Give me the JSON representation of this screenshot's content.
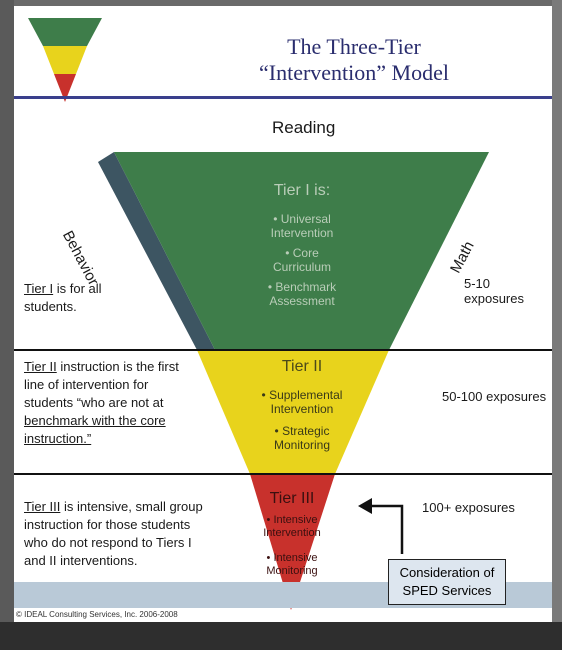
{
  "title_line1": "The Three-Tier",
  "title_line2": "“Intervention” Model",
  "labels": {
    "reading": "Reading",
    "behavior": "Behavior",
    "math": "Math"
  },
  "tier1": {
    "heading": "Tier I is:",
    "bullets": [
      "• Universal",
      "Intervention",
      "• Core",
      "Curriculum",
      "• Benchmark",
      "Assessment"
    ],
    "exposures": "5-10 exposures",
    "desc_bold": "Tier I",
    "desc_rest1": " is for all",
    "desc_line2": "students."
  },
  "tier2": {
    "heading": "Tier II",
    "bullets": [
      "• Supplemental",
      "Intervention",
      "• Strategic",
      "Monitoring"
    ],
    "exposures": "50-100 exposures",
    "desc_bold": "Tier II",
    "desc_rest1": " instruction is the first",
    "desc_line2": "line of intervention for",
    "desc_line3": "students “who are   not at",
    "desc_line4": "benchmark with the core",
    "desc_line5": "instruction.”"
  },
  "tier3": {
    "heading": "Tier III",
    "bullets": [
      "• Intensive",
      "Intervention",
      "• Intensive",
      "Monitoring"
    ],
    "exposures": "100+ exposures",
    "desc_bold": "Tier III",
    "desc_rest1": " is intensive, small group",
    "desc_line2": "instruction for those students",
    "desc_line3": "who  do not respond to Tiers I",
    "desc_line4": "and II interventions."
  },
  "sped_line1": "Consideration of",
  "sped_line2": "SPED Services",
  "copyright": "© IDEAL Consulting Services, Inc. 2006-2008",
  "colors": {
    "green": "#3e7d4a",
    "yellow": "#e8d31c",
    "red": "#c8312c",
    "slate": "#3d5562",
    "title": "#2a2d6e"
  }
}
